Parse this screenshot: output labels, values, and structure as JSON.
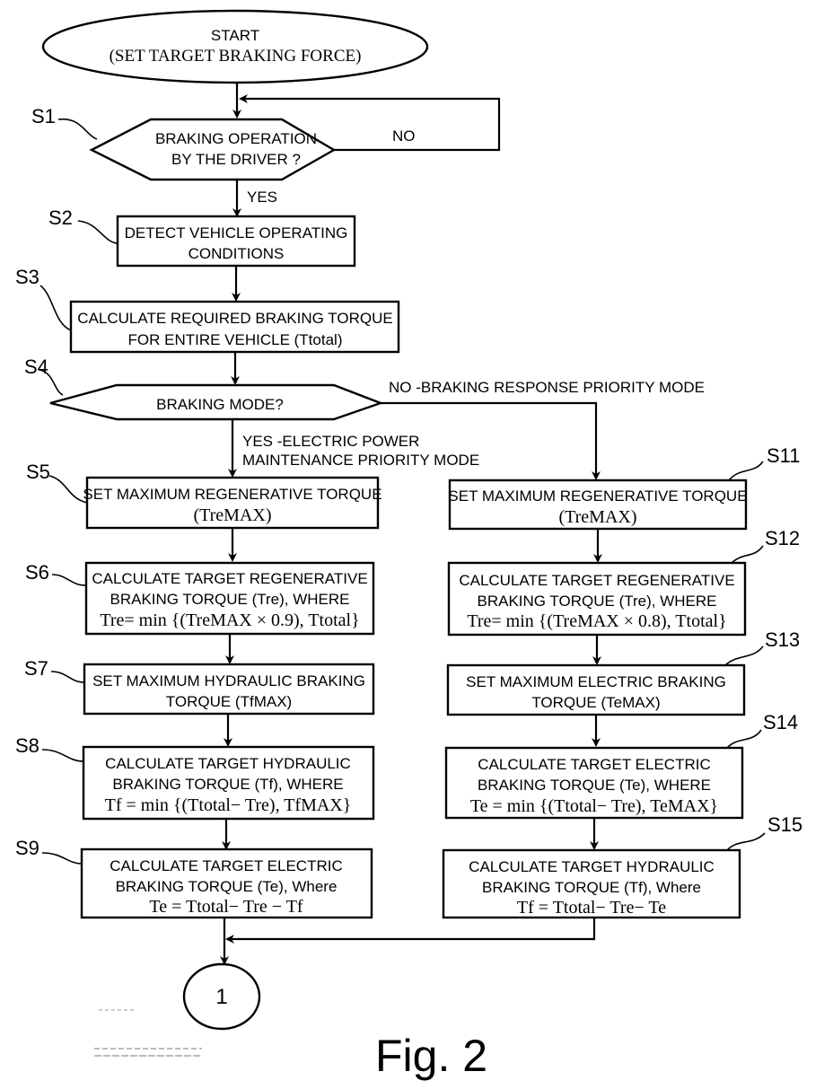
{
  "figure_label": "Fig. 2",
  "start": {
    "line1": "START",
    "line2": "(SET TARGET BRAKING FORCE)"
  },
  "steps": {
    "s1": {
      "id": "S1",
      "line1": "BRAKING OPERATION",
      "line2": "BY THE DRIVER ?"
    },
    "s2": {
      "id": "S2",
      "line1": "DETECT VEHICLE OPERATING",
      "line2": "CONDITIONS"
    },
    "s3": {
      "id": "S3",
      "line1": "CALCULATE REQUIRED BRAKING TORQUE",
      "line2": "FOR ENTIRE VEHICLE (Ttotal)"
    },
    "s4": {
      "id": "S4",
      "line1": "BRAKING MODE?"
    },
    "s5": {
      "id": "S5",
      "line1": "SET MAXIMUM REGENERATIVE TORQUE",
      "line2": "(TreMAX)"
    },
    "s6": {
      "id": "S6",
      "line1": "CALCULATE TARGET REGENERATIVE",
      "line2": "BRAKING TORQUE (Tre), WHERE",
      "line3": "Tre= min {(TreMAX × 0.9), Ttotal}"
    },
    "s7": {
      "id": "S7",
      "line1": "SET MAXIMUM HYDRAULIC BRAKING",
      "line2": "TORQUE (TfMAX)"
    },
    "s8": {
      "id": "S8",
      "line1": "CALCULATE TARGET HYDRAULIC",
      "line2": "BRAKING TORQUE (Tf), WHERE",
      "line3": "Tf = min {(Ttotal− Tre), TfMAX}"
    },
    "s9": {
      "id": "S9",
      "line1": "CALCULATE TARGET ELECTRIC",
      "line2": "BRAKING TORQUE (Te), Where",
      "line3": "Te = Ttotal− Tre − Tf"
    },
    "s11": {
      "id": "S11",
      "line1": "SET MAXIMUM REGENERATIVE TORQUE",
      "line2": "(TreMAX)"
    },
    "s12": {
      "id": "S12",
      "line1": "CALCULATE TARGET REGENERATIVE",
      "line2": "BRAKING TORQUE (Tre), WHERE",
      "line3": "Tre= min {(TreMAX × 0.8), Ttotal}"
    },
    "s13": {
      "id": "S13",
      "line1": "SET MAXIMUM ELECTRIC BRAKING",
      "line2": "TORQUE (TeMAX)"
    },
    "s14": {
      "id": "S14",
      "line1": "CALCULATE TARGET ELECTRIC",
      "line2": "BRAKING TORQUE (Te), WHERE",
      "line3": "Te = min {(Ttotal− Tre), TeMAX}"
    },
    "s15": {
      "id": "S15",
      "line1": "CALCULATE TARGET HYDRAULIC",
      "line2": "BRAKING TORQUE (Tf), Where",
      "line3": "Tf = Ttotal− Tre− Te"
    }
  },
  "edges": {
    "s1_no": "NO",
    "s1_yes": "YES",
    "s4_no": "NO -BRAKING RESPONSE PRIORITY MODE",
    "s4_yes_line1": "YES -ELECTRIC POWER",
    "s4_yes_line2": "MAINTENANCE PRIORITY MODE"
  },
  "connector": {
    "label": "1"
  }
}
